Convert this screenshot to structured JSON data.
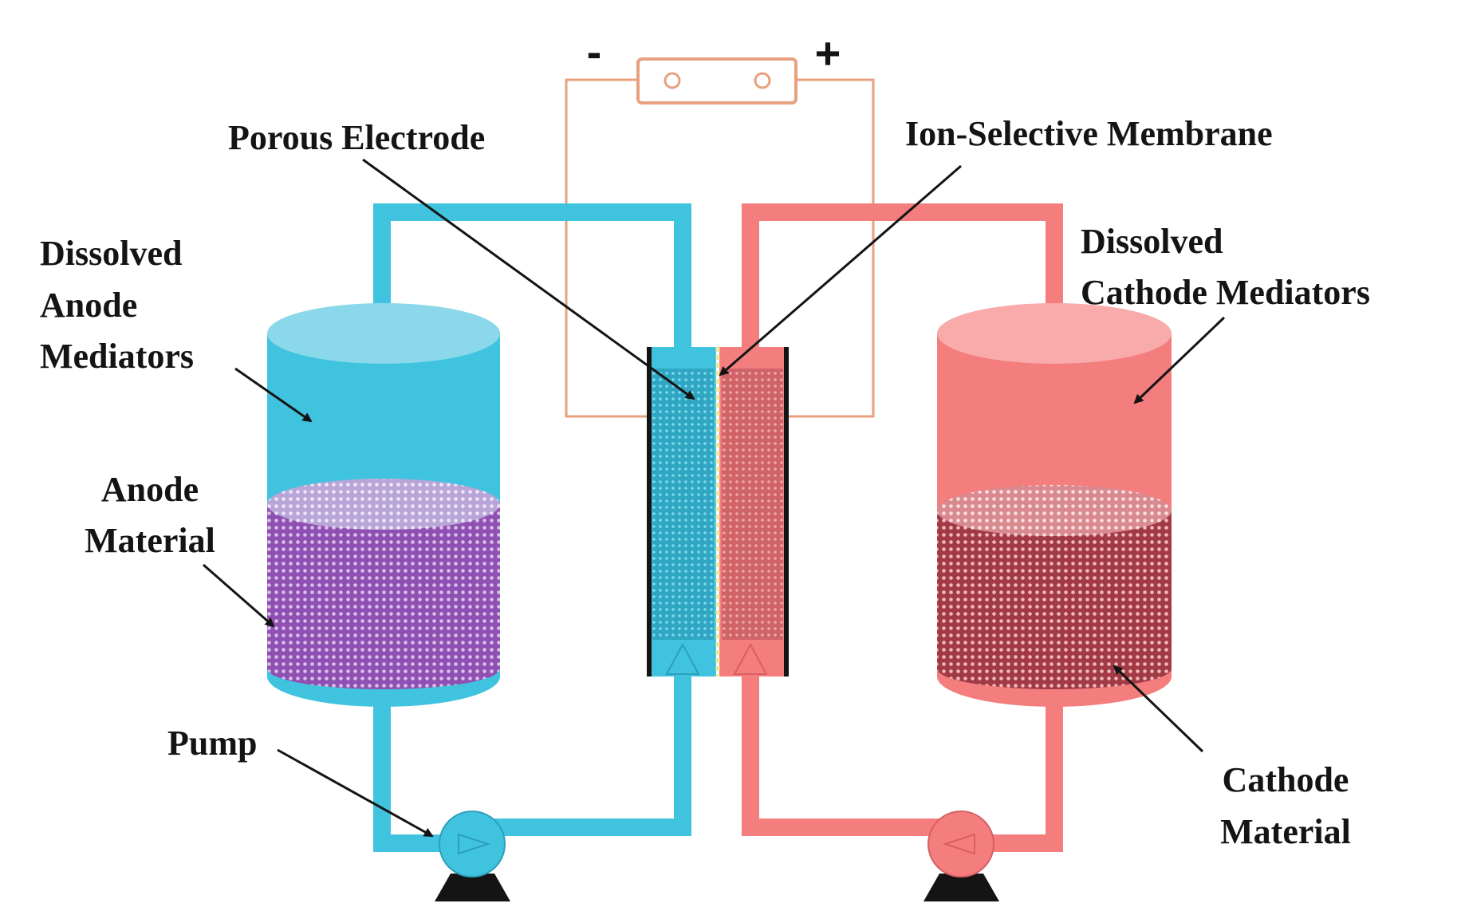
{
  "labels": {
    "porous_electrode": "Porous Electrode",
    "ion_selective_membrane": "Ion-Selective Membrane",
    "dissolved_anode_mediators": [
      "Dissolved",
      "Anode",
      "Mediators"
    ],
    "dissolved_cathode_mediators": [
      "Dissolved",
      "Cathode Mediators"
    ],
    "anode_material": [
      "Anode",
      "Material"
    ],
    "cathode_material": [
      "Cathode",
      "Material"
    ],
    "pump": "Pump",
    "negative_terminal": "-",
    "positive_terminal": "+"
  },
  "colors": {
    "anode": "#3fc3df",
    "anode_light": "#8ad8ea",
    "cathode": "#f47d7d",
    "cathode_light": "#f9aaaa",
    "anode_material": "#8f4fb3",
    "cathode_material": "#a23a45",
    "circuit": "#e8a17e",
    "line": "#141414"
  }
}
